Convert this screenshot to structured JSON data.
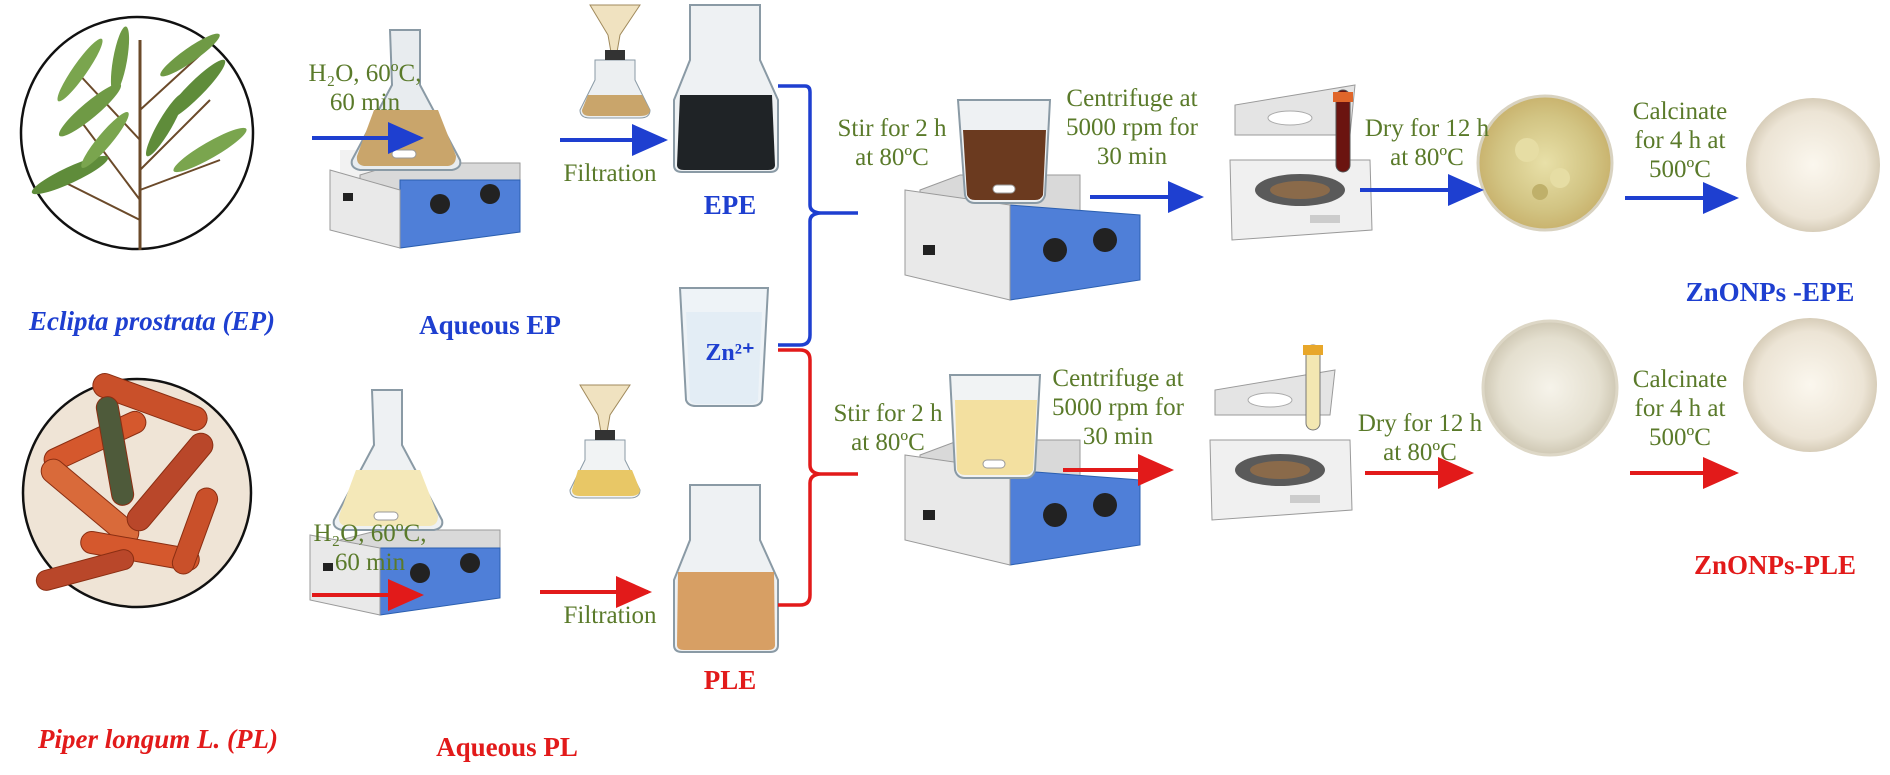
{
  "plants": {
    "ep_name": "Eclipta prostrata (EP)",
    "pl_name": "Piper longum L. (PL)"
  },
  "steps": {
    "extract_cond_line1": "H₂O, 60ºC,",
    "extract_cond_line2": "60 min",
    "filtration": "Filtration",
    "aqueous_ep": "Aqueous EP",
    "aqueous_pl": "Aqueous PL",
    "epe": "EPE",
    "ple": "PLE",
    "zinc": "Zn²⁺",
    "stir_line1": "Stir for 2 h",
    "stir_line2": "at 80ºC",
    "centrifuge_line1": "Centrifuge at",
    "centrifuge_line2": "5000 rpm for",
    "centrifuge_line3": "30 min",
    "dry_line1": "Dry for 12 h",
    "dry_line2": "at 80ºC",
    "calcinate_line1": "Calcinate",
    "calcinate_line2": "for 4 h at",
    "calcinate_line3": "500ºC"
  },
  "products": {
    "epe_product": "ZnONPs -EPE",
    "ple_product": "ZnONPs-PLE"
  },
  "colors": {
    "ep_path": "#1e3fd0",
    "pl_path": "#e21a1a",
    "condition_text": "#5a7a2a"
  },
  "icons": [
    "plant-leaves-icon",
    "pepper-spikes-icon",
    "erlenmeyer-flask-icon",
    "hotplate-stirrer-icon",
    "funnel-filter-icon",
    "beaker-icon",
    "centrifuge-icon",
    "test-tube-icon",
    "powder-bowl-icon"
  ]
}
